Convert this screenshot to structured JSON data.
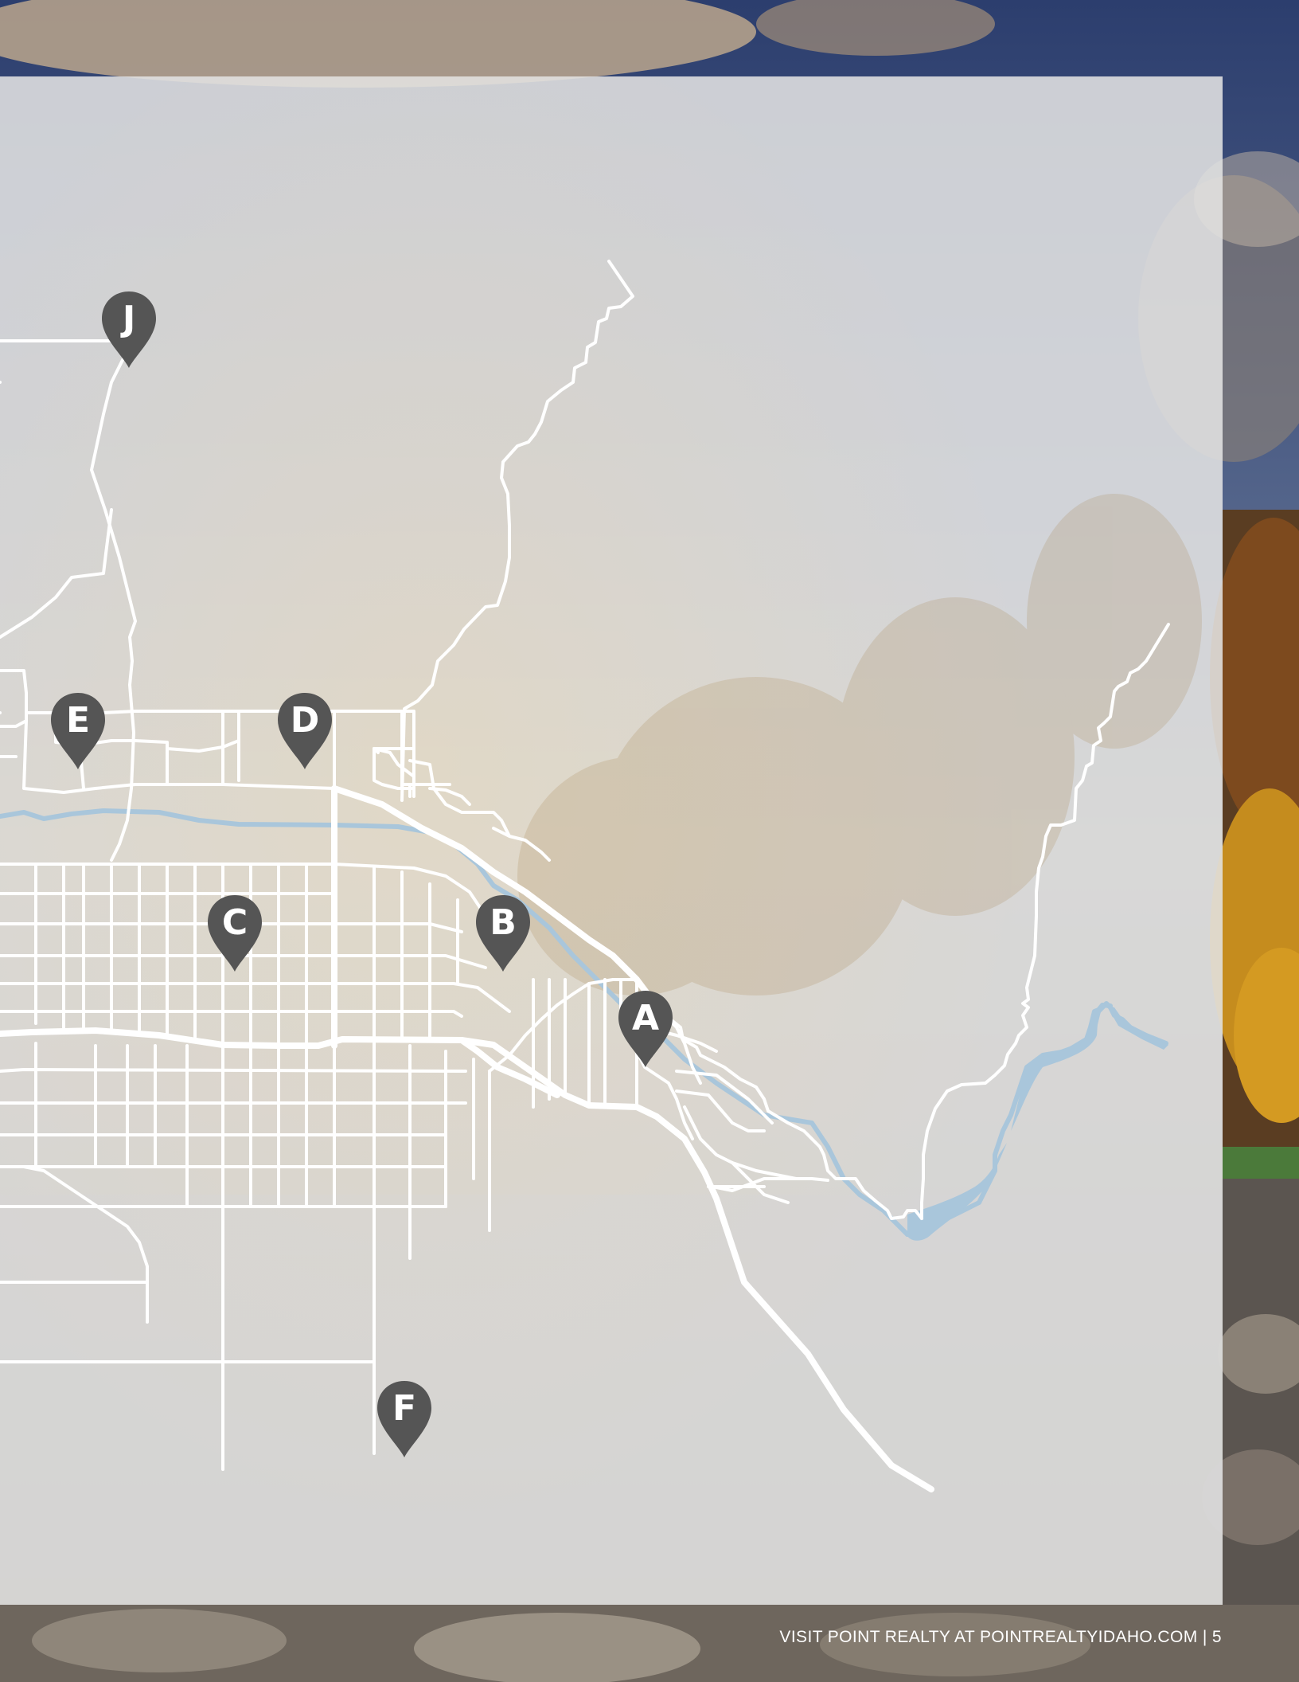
{
  "map": {
    "markers": [
      {
        "id": "marker-a",
        "label": "A"
      },
      {
        "id": "marker-b",
        "label": "B"
      },
      {
        "id": "marker-c",
        "label": "C"
      },
      {
        "id": "marker-d",
        "label": "D"
      },
      {
        "id": "marker-e",
        "label": "E"
      },
      {
        "id": "marker-f",
        "label": "F"
      },
      {
        "id": "marker-j",
        "label": "J"
      }
    ],
    "colors": {
      "panel_overlay": "#e6e6e6",
      "road": "#ffffff",
      "river": "#a9c6db",
      "marker": "#555555",
      "marker_text": "#ffffff"
    }
  },
  "footer": {
    "text": "VISIT POINT REALTY AT POINTREALTYIDAHO.COM | 5"
  }
}
